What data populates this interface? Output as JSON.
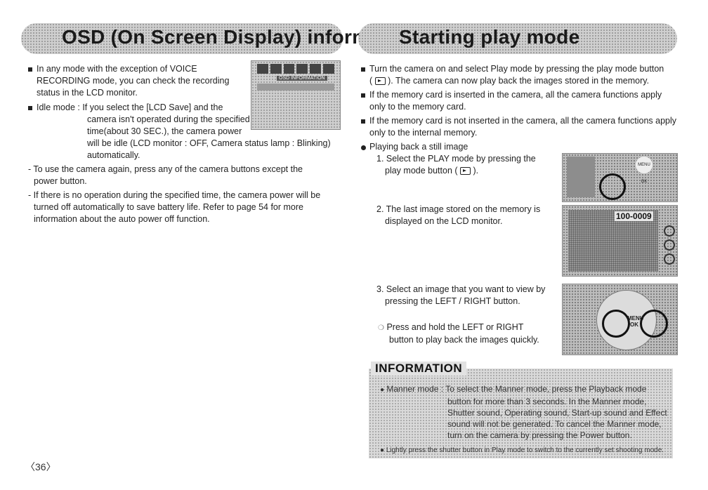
{
  "left": {
    "title": "OSD (On Screen Display) information",
    "bullet1": "In any mode with the exception of VOICE RECORDING mode, you can check the recording status in the LCD monitor.",
    "bullet2_a": "Idle mode : If you select the [LCD Save] and the",
    "bullet2_b": "camera isn't operated during the specified",
    "bullet2_c": "time(about 30 SEC.), the camera power",
    "bullet2_d": "will be idle (LCD monitor : OFF, Camera status lamp : Blinking)",
    "bullet2_e": "automatically.",
    "dash1": "- To use the camera again, press any of the camera buttons except the power button.",
    "dash2": "- If there is no operation during the specified time, the camera power will be turned off automatically to save battery life. Refer to page 54 for more information about the auto power off function.",
    "screen_label": "OSD INFORMATION"
  },
  "right": {
    "title": "Starting play mode",
    "b1_a": "Turn the camera on and select Play mode by pressing the play mode button",
    "b1_b": "). The camera can now play back the images stored in the memory.",
    "b2": "If the memory card is inserted in the camera, all the camera functions apply only to the memory card.",
    "b3": "If the memory card is not inserted in the camera, all the camera functions apply only to the internal memory.",
    "b4": "Playing back a still image",
    "step1_a": "1. Select the PLAY mode by pressing the",
    "step1_b": "play mode button (",
    "step1_c": ").",
    "step2_a": "2. The last image stored on the memory is",
    "step2_b": "displayed on the LCD monitor.",
    "step3_a": "3. Select an image that you want to view by",
    "step3_b": "pressing the LEFT / RIGHT button.",
    "tip_a": "Press and hold the LEFT or RIGHT",
    "tip_b": "button to play back the images quickly.",
    "photo_counter": "100-0009",
    "menu_label": "MENU OK"
  },
  "info": {
    "label": "INFORMATION",
    "i1_a": "Manner mode : To select the Manner mode, press the Playback mode",
    "i1_b": "button for more than 3 seconds. In the Manner mode,",
    "i1_c": "Shutter sound, Operating sound, Start-up sound and Effect",
    "i1_d": "sound will not be generated. To cancel the Manner mode,",
    "i1_e": "turn on the camera by pressing the Power button.",
    "i2": "Lightly press the shutter button in Play mode to switch to the currently set shooting mode."
  },
  "page_number": "〈36〉"
}
